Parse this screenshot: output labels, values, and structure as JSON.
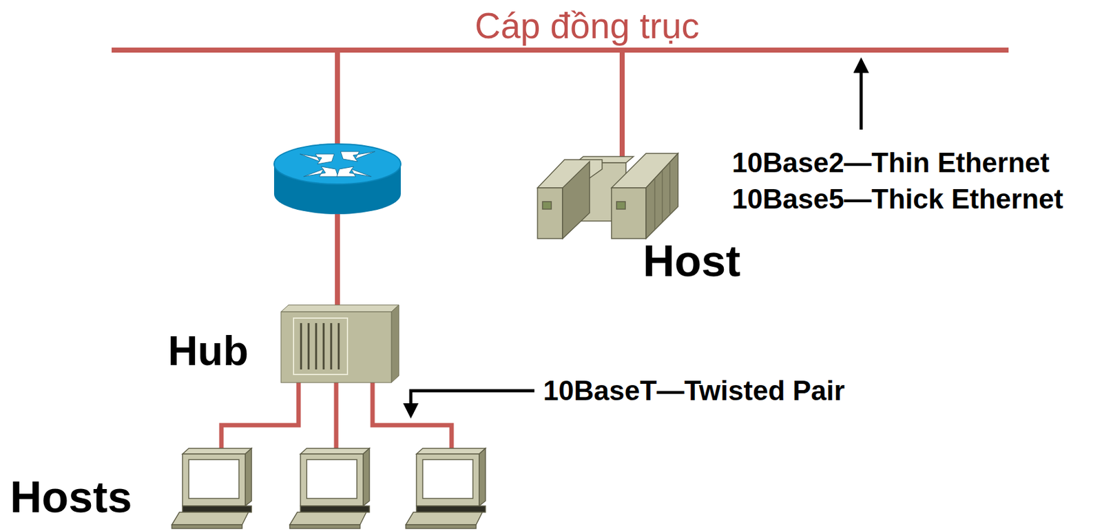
{
  "diagram": {
    "nodes": [
      {
        "text": [
          "Hub"
        ]
      },
      {
        "text": [
          "Host"
        ]
      }
    ],
    "labels": [
      "Cáp đồng trục",
      "10Base2—Thin Ethernet",
      "10Base5—Thick Ethernet",
      "10BaseT—Twisted Pair",
      "Hosts"
    ]
  }
}
